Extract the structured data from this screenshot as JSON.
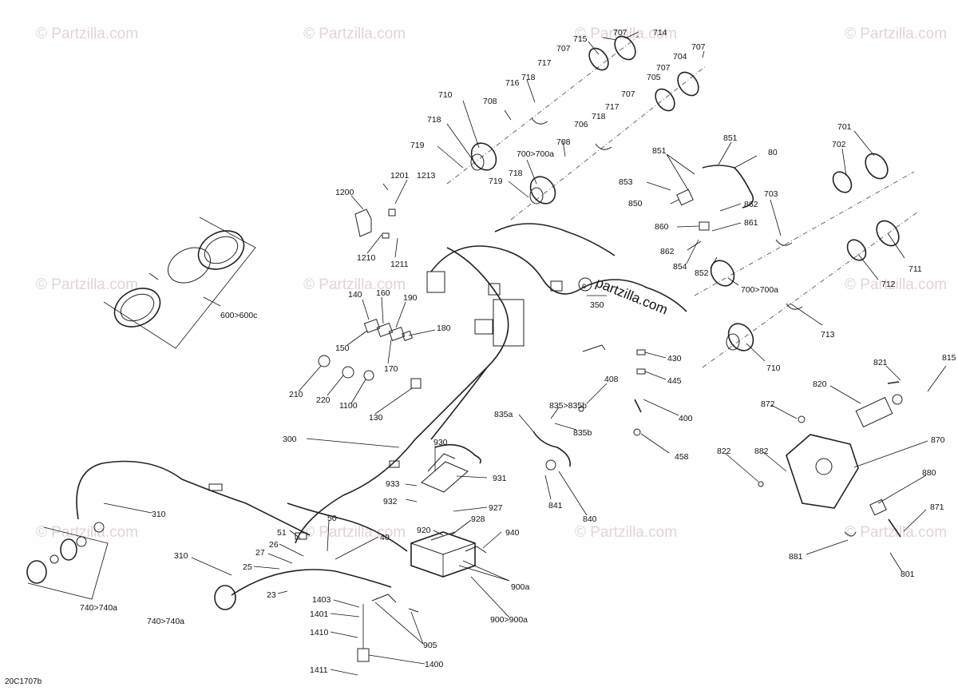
{
  "diagram_code": "20C1707b",
  "brand_watermark": "partzilla.com",
  "watermark_text": "© Partzilla.com",
  "callouts": {
    "c707a": "707",
    "c714": "714",
    "c715": "715",
    "c707b": "707",
    "c707c": "707",
    "c704": "704",
    "c707d": "707",
    "c705": "705",
    "c717a": "717",
    "c716": "716",
    "c718a": "718",
    "c710a": "710",
    "c708a": "708",
    "c718b": "718",
    "c707e": "707",
    "c717b": "717",
    "c718c": "718",
    "c706": "706",
    "c719a": "719",
    "c708b": "708",
    "c700a": "700>700a",
    "c718d": "718",
    "c719b": "719",
    "c1201": "1201",
    "c1213": "1213",
    "c1200": "1200",
    "c1210": "1210",
    "c1211": "1211",
    "c851a": "851",
    "c851b": "851",
    "c80": "80",
    "c853": "853",
    "c850": "850",
    "c862a": "862",
    "c860": "860",
    "c861": "861",
    "c862b": "862",
    "c854": "854",
    "c852": "852",
    "c700b": "700>700a",
    "c702": "702",
    "c701": "701",
    "c703": "703",
    "c711": "711",
    "c712": "712",
    "c713": "713",
    "c710b": "710",
    "c350": "350",
    "c600": "600>600c",
    "c140": "140",
    "c160": "160",
    "c190": "190",
    "c180": "180",
    "c150": "150",
    "c170": "170",
    "c210": "210",
    "c220": "220",
    "c1100": "1100",
    "c130": "130",
    "c430": "430",
    "c445": "445",
    "c408": "408",
    "c400": "400",
    "c458": "458",
    "c835a": "835a",
    "c835b": "835>835b",
    "c835c": "835b",
    "c300": "300",
    "c930": "930",
    "c931": "931",
    "c933": "933",
    "c932": "932",
    "c927": "927",
    "c928": "928",
    "c920": "920",
    "c940": "940",
    "c841": "841",
    "c840": "840",
    "c821": "821",
    "c815": "815",
    "c820": "820",
    "c872": "872",
    "c870": "870",
    "c822": "822",
    "c882": "882",
    "c880": "880",
    "c871": "871",
    "c881": "881",
    "c801": "801",
    "c310a": "310",
    "c310b": "310",
    "c51": "51",
    "c50": "50",
    "c40": "40",
    "c26": "26",
    "c27": "27",
    "c25": "25",
    "c23": "23",
    "c1403": "1403",
    "c1401": "1401",
    "c1410": "1410",
    "c1411": "1411",
    "c1400": "1400",
    "c905": "905",
    "c900a": "900a",
    "c900": "900>900a",
    "c740a": "740>740a",
    "c740b": "740>740a"
  }
}
